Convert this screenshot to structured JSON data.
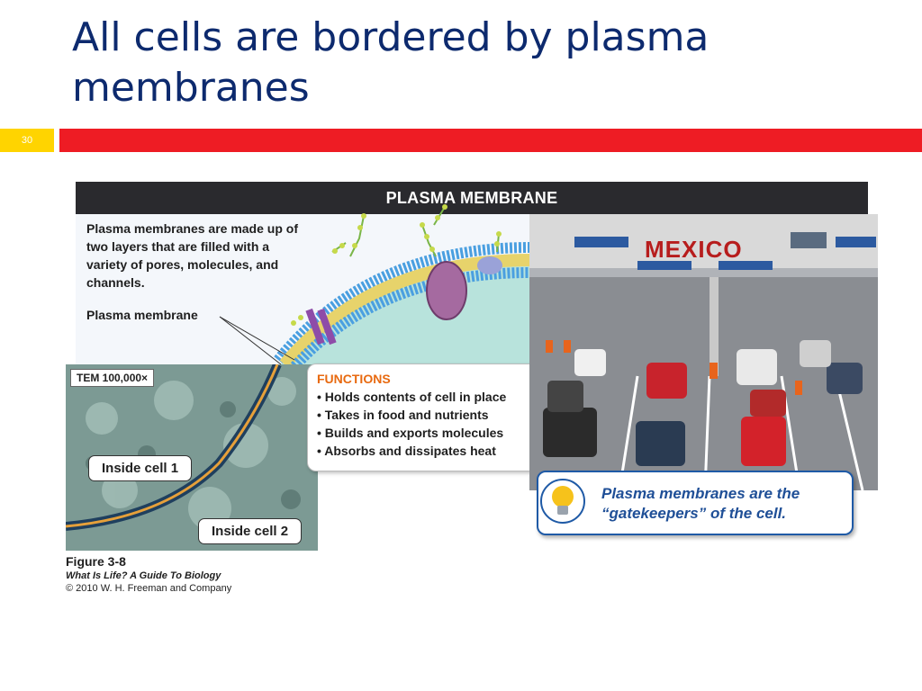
{
  "slide": {
    "title": "All cells are bordered by plasma membranes",
    "number": "30"
  },
  "figure": {
    "header": "PLASMA MEMBRANE",
    "intro": "Plasma membranes are made up of two layers that are filled with a variety of pores, molecules, and channels.",
    "membrane_label": "Plasma membrane",
    "tem_label": "TEM 100,000×",
    "inside_cell_1": "Inside cell 1",
    "inside_cell_2": "Inside cell 2",
    "functions": {
      "title": "FUNCTIONS",
      "items": [
        "• Holds contents of cell in place",
        "• Takes in food and nutrients",
        "• Builds and exports molecules",
        "• Absorbs and dissipates heat"
      ]
    },
    "photo_sign": "MEXICO",
    "callout": "Plasma membranes are the “gatekeepers” of the cell.",
    "caption": {
      "figure_number": "Figure 3-8",
      "book": "What Is Life? A Guide To Biology",
      "copyright": "© 2010 W. H. Freeman and Company"
    }
  },
  "colors": {
    "title": "#0d2a6e",
    "accent_bar": "#ee1c24",
    "slide_number_bg": "#ffd400",
    "functions_title": "#e86a10",
    "callout_text": "#1f4f97"
  },
  "icons": [
    "lightbulb-icon"
  ]
}
